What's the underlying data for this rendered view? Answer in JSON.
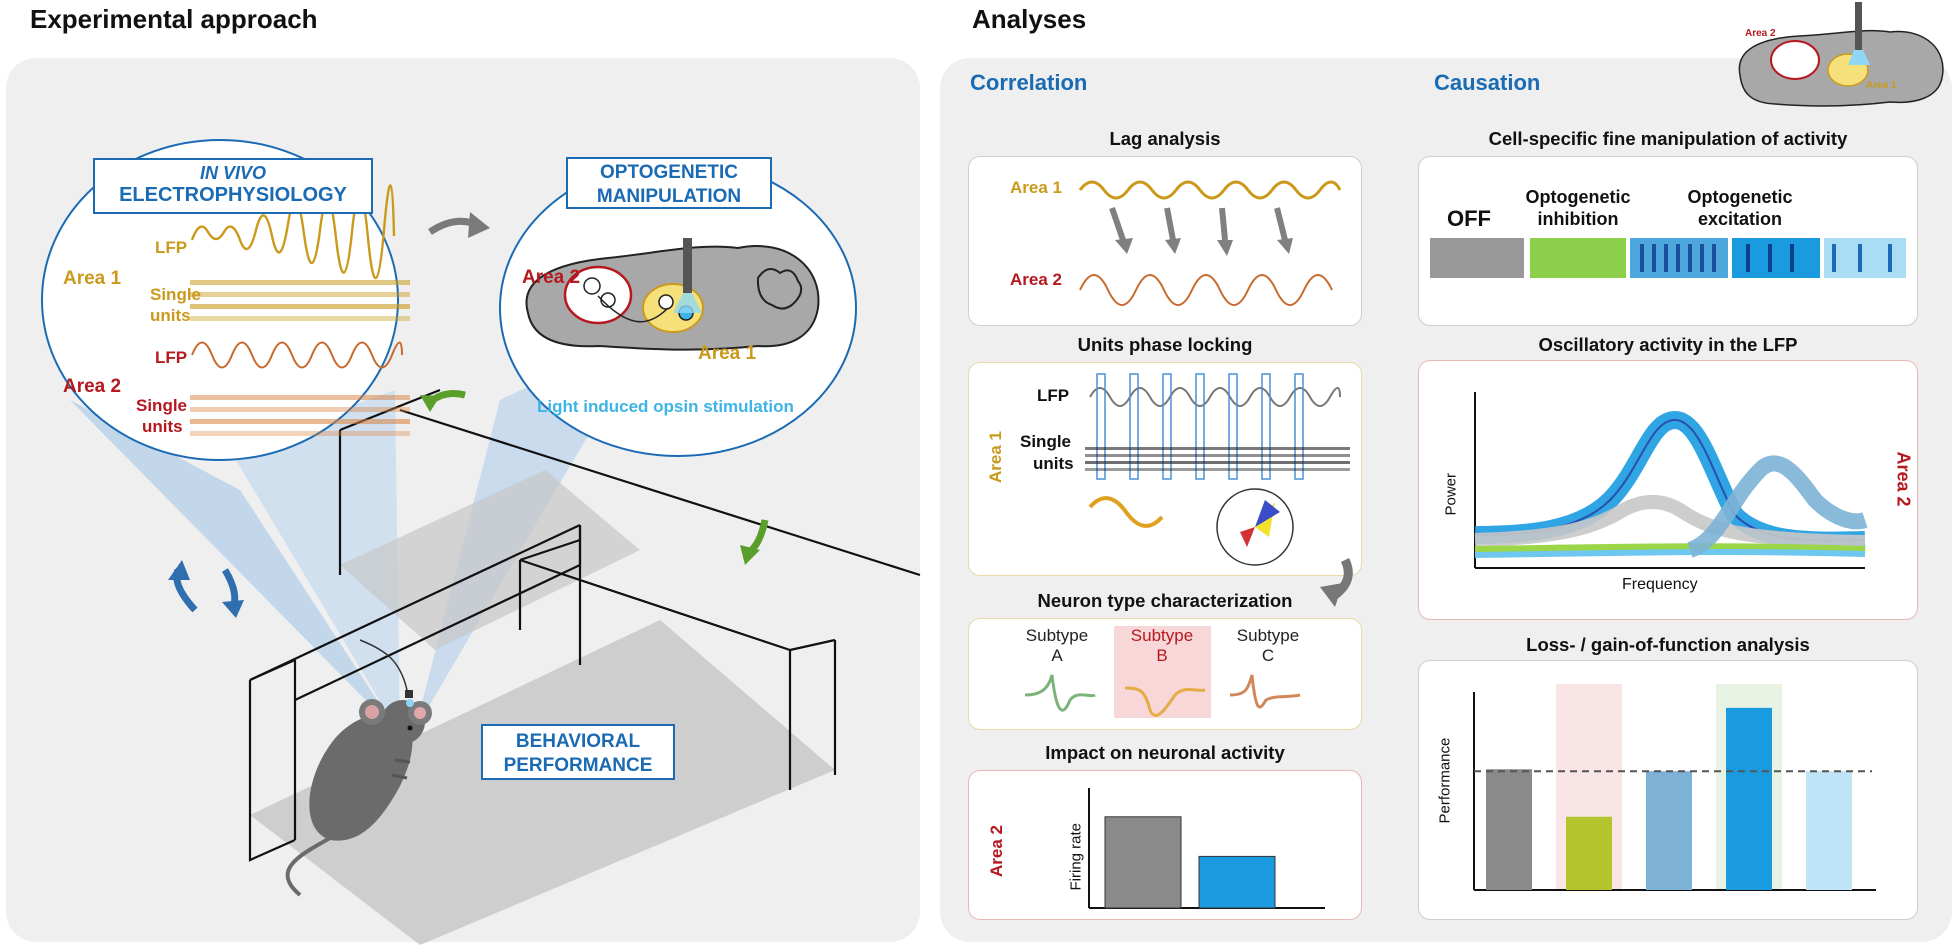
{
  "headings": {
    "left": "Experimental approach",
    "right": "Analyses"
  },
  "left": {
    "ephys_title_1": "IN VIVO",
    "ephys_title_2": "ELECTROPHYSIOLOGY",
    "opto_title_1": "OPTOGENETIC",
    "opto_title_2": "MANIPULATION",
    "area1": "Area 1",
    "area2": "Area 2",
    "lfp": "LFP",
    "single": "Single",
    "units": "units",
    "brain_area2": "Area 2",
    "brain_area1": "Area 1",
    "light": "Light induced opsin stimulation",
    "behav_1": "BEHAVIORAL",
    "behav_2": "PERFORMANCE"
  },
  "right": {
    "correlation": "Correlation",
    "causation": "Causation",
    "inset_area2": "Area 2",
    "inset_area1": "Area 1",
    "lag_title": "Lag analysis",
    "lag_area1": "Area 1",
    "lag_area2": "Area 2",
    "phase_title": "Units phase locking",
    "phase_lfp": "LFP",
    "phase_single": "Single",
    "phase_units": "units",
    "phase_area": "Area 1",
    "neuron_title": "Neuron type characterization",
    "subtypes": [
      {
        "word": "Subtype",
        "letter": "A"
      },
      {
        "word": "Subtype",
        "letter": "B"
      },
      {
        "word": "Subtype",
        "letter": "C"
      }
    ],
    "impact_title": "Impact on neuronal activity",
    "impact_area": "Area 2",
    "impact_ylabel": "Firing rate",
    "cell_title": "Cell-specific fine manipulation of activity",
    "off": "OFF",
    "inhib_1": "Optogenetic",
    "inhib_2": "inhibition",
    "excit_1": "Optogenetic",
    "excit_2": "excitation",
    "osc_title": "Oscillatory activity in the LFP",
    "osc_ylabel": "Power",
    "osc_xlabel": "Frequency",
    "osc_area": "Area 2",
    "loss_title": "Loss- / gain-of-function analysis",
    "loss_ylabel": "Performance"
  },
  "colors": {
    "gold": "#c99a1c",
    "red": "#b5191f",
    "blue": "#1a6bb3",
    "cyan": "#3cb4e5",
    "panel": "#efefef"
  },
  "chart_data": [
    {
      "type": "bar",
      "ylabel": "Firing rate",
      "categories": [
        "",
        ""
      ],
      "values": [
        0.76,
        0.43
      ],
      "colors": [
        "#8a8a8a",
        "#1a9be0"
      ]
    },
    {
      "type": "bar",
      "ylabel": "Performance",
      "categories": [
        "",
        "",
        "",
        "",
        ""
      ],
      "values": [
        0.61,
        0.37,
        0.6,
        0.92,
        0.6
      ],
      "reference_line": 0.6,
      "colors": [
        "#8a8a8a",
        "#b4c42c",
        "#7db2d6",
        "#1a9be0",
        "#bfe3f7"
      ]
    }
  ]
}
